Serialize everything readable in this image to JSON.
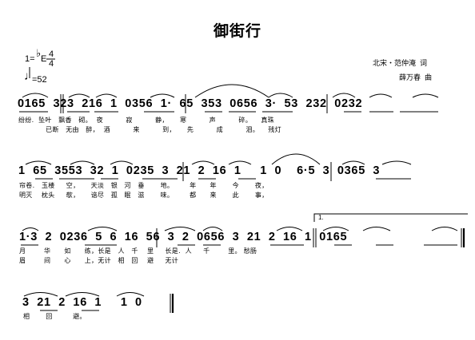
{
  "title": "御街行",
  "credits": {
    "lyricist": "北宋・范仲淹  词",
    "composer": "薛万春  曲"
  },
  "key": {
    "prefix": "1=",
    "flat": "♭",
    "tonic": "E",
    "time_top": "4",
    "time_bottom": "4"
  },
  "tempo": {
    "note": "♩",
    "value": "=52"
  },
  "volta_label": "1.",
  "lines": [
    {
      "notes": "0165  323  216  1  0356  1·  65  353  0656  3·  53  232  0232",
      "lyrics1": "纷纷.  坠叶   飘香   砌。  夜          寂          静，     寒          声          碎。    真珠",
      "lyrics2": "            已断   无由   醉，  酒          来          到，     先          成          泪。    残灯"
    },
    {
      "notes": "1  65  3553  32  1  0235  3  21  2  16  1     1  0    6·5  3  0365  3",
      "lyrics1": "帘卷.   玉楼     空，     天淡   银   河   垂       地。       年      年       今       夜，",
      "lyrics2": "明灭    枕头     欹，     谙尽   孤   眠   滋       味。       都      来       此       事，"
    },
    {
      "notes": "1·3  2  0236  5  6  16  56  3  2  0656  3  21  2  16  1  0165",
      "lyrics1": "月        华      如      练，长是   人   千    里     长是.  人     千        里。 愁肠",
      "lyrics2": "眉        间      心      上，无计   相   回    避     无计"
    },
    {
      "notes": "3  21  2  16  1     1  0",
      "lyrics1": "相       回         避。",
      "lyrics2": ""
    }
  ]
}
